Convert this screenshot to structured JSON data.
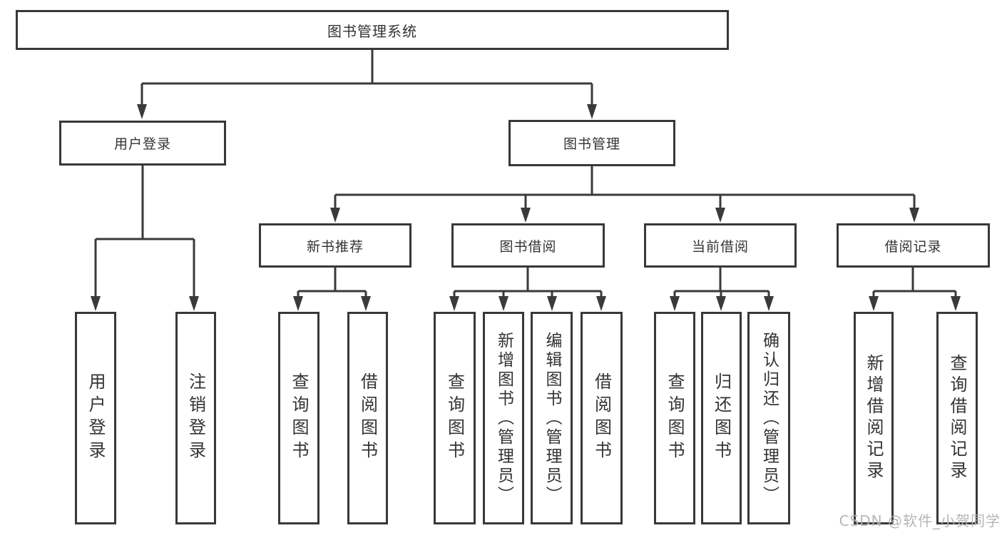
{
  "nodes": {
    "root": "图书管理系统",
    "level2": {
      "user_login": "用户登录",
      "book_management": "图书管理"
    },
    "level3": {
      "new_book_recommend": "新书推荐",
      "book_borrow": "图书借阅",
      "current_borrow": "当前借阅",
      "borrow_records": "借阅记录"
    },
    "leaves": {
      "user_login": [
        "用户登录",
        "注销登录"
      ],
      "new_book_recommend": [
        "查询图书",
        "借阅图书"
      ],
      "book_borrow": [
        "查询图书",
        "新增图书（管理员）",
        "编辑图书（管理员）",
        "借阅图书"
      ],
      "current_borrow": [
        "查询图书",
        "归还图书",
        "确认归还（管理员）"
      ],
      "borrow_records": [
        "新增借阅记录",
        "查询借阅记录"
      ]
    }
  },
  "watermark": {
    "text": "CSDN @软件_小贺同学"
  },
  "colors": {
    "line": "#3a3a3a",
    "box_border": "#383838",
    "text": "#333333",
    "watermark": "#b2b2b2",
    "background": "#ffffff"
  }
}
